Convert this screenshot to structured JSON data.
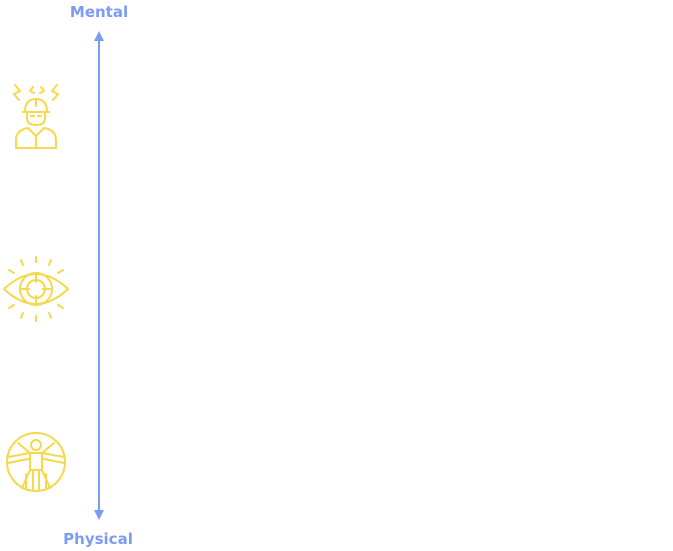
{
  "axis": {
    "top_label": "Mental",
    "bottom_label": "Physical",
    "color": "#7b9cf2"
  },
  "icons": {
    "color": "#f6d84a",
    "items": [
      {
        "name": "stressed-worker-icon",
        "meaning": "mental"
      },
      {
        "name": "eye-target-icon",
        "meaning": "perceptual"
      },
      {
        "name": "vitruvian-body-icon",
        "meaning": "physical"
      }
    ]
  }
}
